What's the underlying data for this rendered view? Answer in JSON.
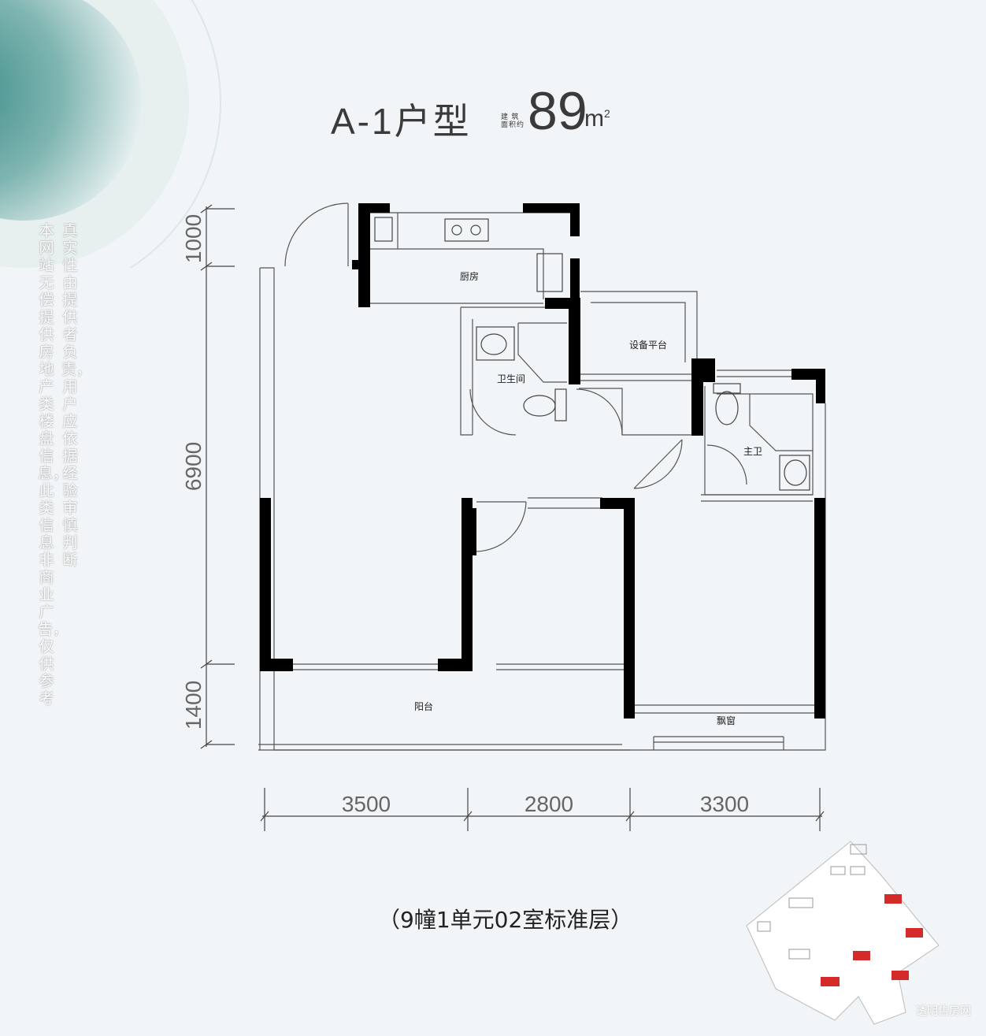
{
  "title": {
    "unit_type": "A-1户型",
    "area_label_line1": "建 筑",
    "area_label_line2": "面积约",
    "area_value": "89",
    "area_unit": "m",
    "area_unit_sup": "2"
  },
  "disclaimer": {
    "column_right": "真实性由提供者负责，用户应依据经验审慎判断",
    "column_left": "本网站无偿提供房地产类楼盘信息，此类信息非商业广告，仅供参考"
  },
  "rooms": {
    "kitchen": "厨房",
    "bathroom": "卫生间",
    "equipment_platform": "设备平台",
    "master_bath": "主卫",
    "balcony": "阳台",
    "bay_window": "飘窗"
  },
  "dimensions": {
    "vertical": [
      "1000",
      "6900",
      "1400"
    ],
    "horizontal": [
      "3500",
      "2800",
      "3300"
    ]
  },
  "subtitle": "（9幢1单元02室标准层）",
  "watermark": "透明售房网",
  "colors": {
    "background": "#f1f5f7",
    "accent_teal": "#4a9590",
    "wall": "#000000",
    "highlight_red": "#d42a2a"
  }
}
